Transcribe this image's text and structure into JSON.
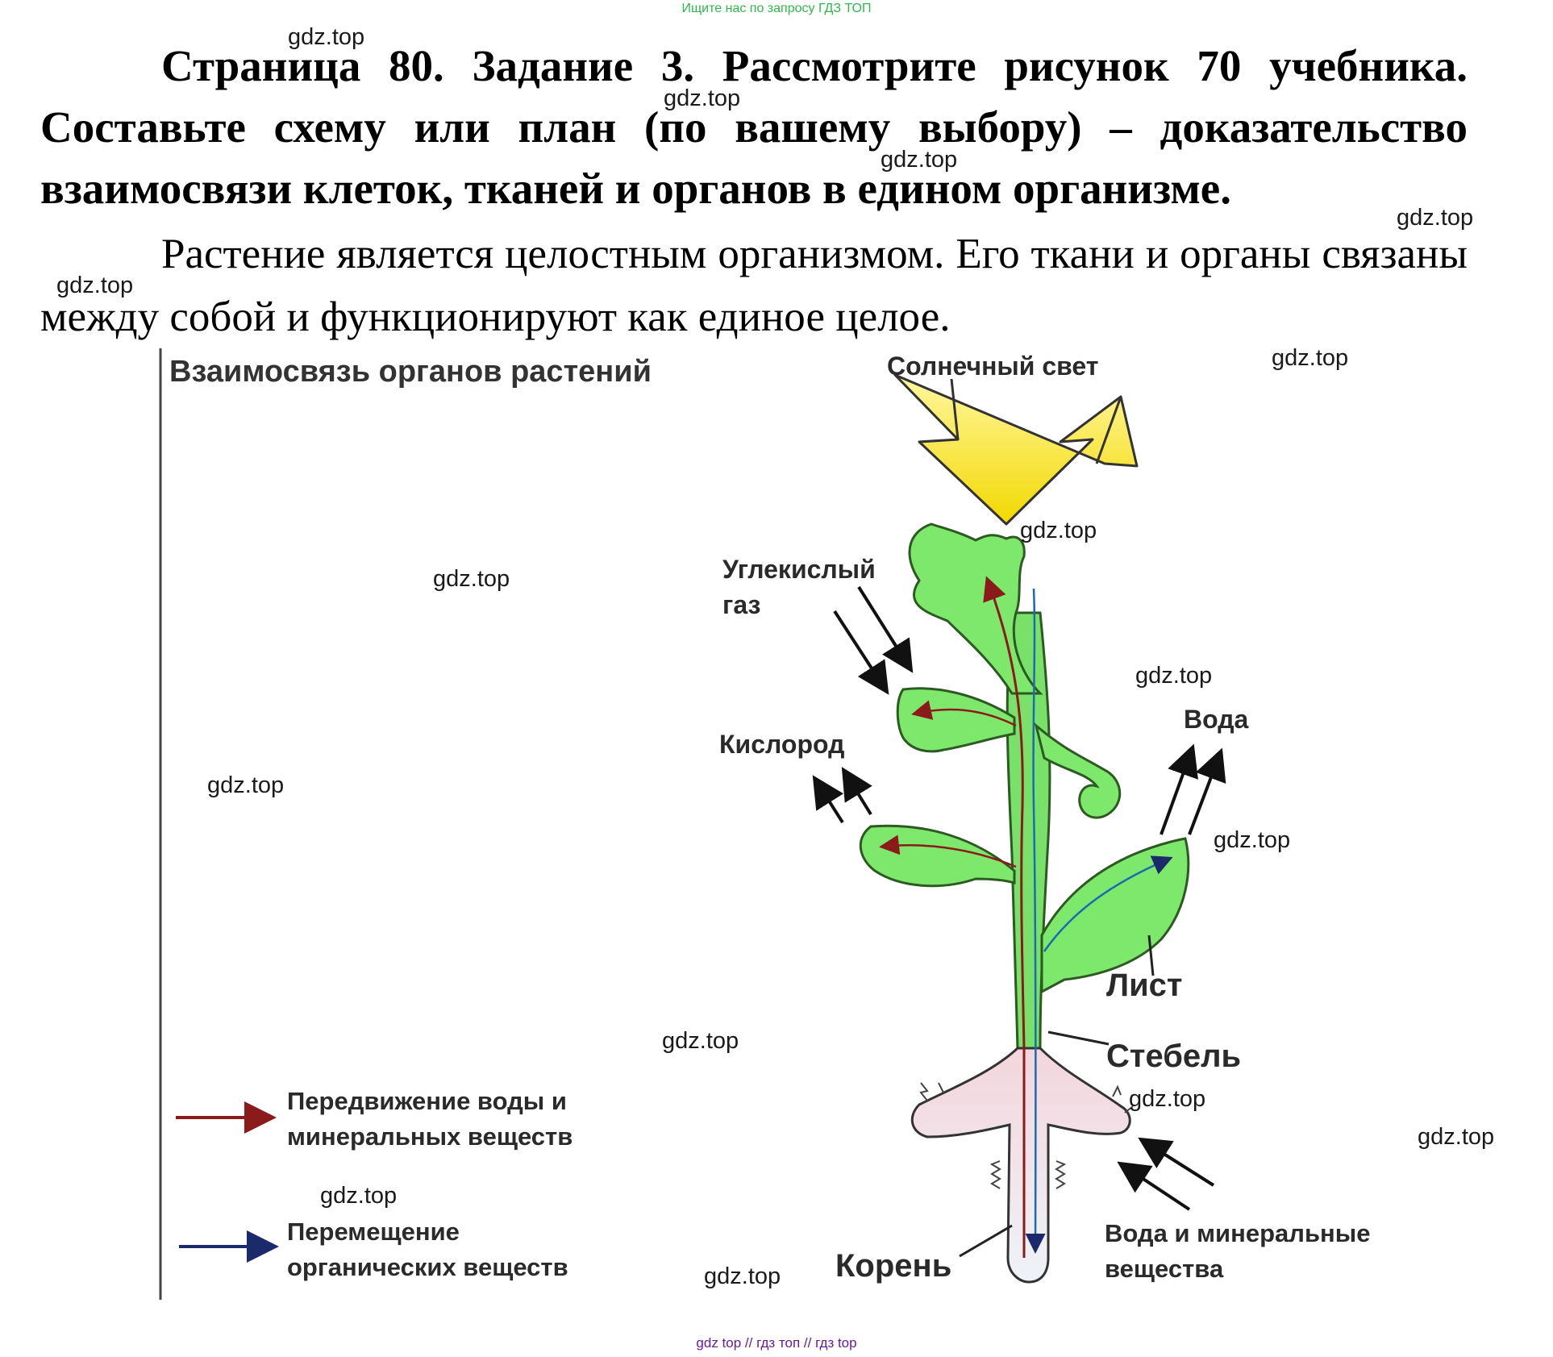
{
  "top_banner": "Ищите нас по запросу ГДЗ ТОП",
  "heading": "Страница 80. Задание 3. Рассмотрите рисунок 70 учебника. Составьте схему или план (по вашему выбору) – доказательство взаимосвязи клеток, тканей и органов в едином организме.",
  "body_text": "Растение является целостным организмом. Его ткани и органы связаны между собой и функционируют как единое целое.",
  "watermark": "gdz.top",
  "figure": {
    "title": "Взаимосвязь органов растений",
    "labels": {
      "sunlight": "Солнечный свет",
      "co2_line1": "Углекислый",
      "co2_line2": "газ",
      "oxygen": "Кислород",
      "water": "Вода",
      "leaf": "Лист",
      "stem": "Стебель",
      "root": "Корень",
      "water_minerals_line1": "Вода и минеральные",
      "water_minerals_line2": "вещества"
    },
    "legend": [
      {
        "line1": "Передвижение воды и",
        "line2": "минеральных веществ",
        "color": "#8b1a1a"
      },
      {
        "line1": "Перемещение",
        "line2": "органических веществ",
        "color": "#1a2a6b"
      }
    ]
  },
  "footer": "gdz top  //  гдз топ  //  гдз top"
}
